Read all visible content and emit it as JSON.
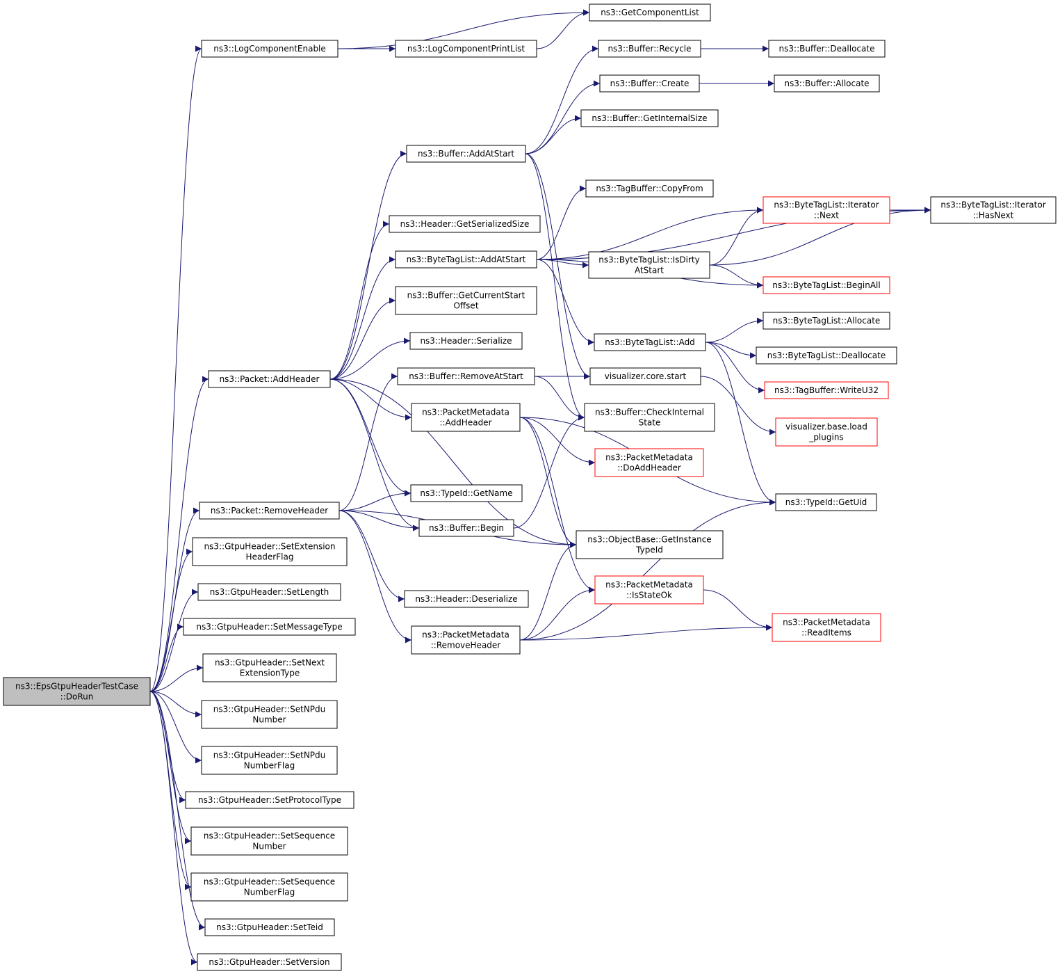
{
  "colors": {
    "edge": "#191970",
    "root_fill": "#bfbfbf",
    "truncated_border": "#ff0000",
    "node_border": "#000000"
  },
  "nodes": [
    {
      "id": "root",
      "lines": [
        "ns3::EpsGtpuHeaderTestCase",
        "::DoRun"
      ],
      "style": "root"
    },
    {
      "id": "lce",
      "lines": [
        "ns3::LogComponentEnable"
      ]
    },
    {
      "id": "gcl",
      "lines": [
        "ns3::GetComponentList"
      ]
    },
    {
      "id": "lcpl",
      "lines": [
        "ns3::LogComponentPrintList"
      ]
    },
    {
      "id": "bRecycle",
      "lines": [
        "ns3::Buffer::Recycle"
      ]
    },
    {
      "id": "bDealloc",
      "lines": [
        "ns3::Buffer::Deallocate"
      ]
    },
    {
      "id": "bCreate",
      "lines": [
        "ns3::Buffer::Create"
      ]
    },
    {
      "id": "bAlloc",
      "lines": [
        "ns3::Buffer::Allocate"
      ]
    },
    {
      "id": "bGIS",
      "lines": [
        "ns3::Buffer::GetInternalSize"
      ]
    },
    {
      "id": "bAAS",
      "lines": [
        "ns3::Buffer::AddAtStart"
      ]
    },
    {
      "id": "tbCF",
      "lines": [
        "ns3::TagBuffer::CopyFrom"
      ]
    },
    {
      "id": "btlNext",
      "lines": [
        "ns3::ByteTagList::Iterator",
        "::Next"
      ],
      "style": "truncated"
    },
    {
      "id": "btlHasNext",
      "lines": [
        "ns3::ByteTagList::Iterator",
        "::HasNext"
      ]
    },
    {
      "id": "hGSS",
      "lines": [
        "ns3::Header::GetSerializedSize"
      ]
    },
    {
      "id": "btlAAS",
      "lines": [
        "ns3::ByteTagList::AddAtStart"
      ]
    },
    {
      "id": "btlIDAS",
      "lines": [
        "ns3::ByteTagList::IsDirty",
        "AtStart"
      ]
    },
    {
      "id": "btlBA",
      "lines": [
        "ns3::ByteTagList::BeginAll"
      ],
      "style": "truncated"
    },
    {
      "id": "bGCSO",
      "lines": [
        "ns3::Buffer::GetCurrentStart",
        "Offset"
      ]
    },
    {
      "id": "btlAlloc",
      "lines": [
        "ns3::ByteTagList::Allocate"
      ]
    },
    {
      "id": "btlAdd",
      "lines": [
        "ns3::ByteTagList::Add"
      ]
    },
    {
      "id": "hSer",
      "lines": [
        "ns3::Header::Serialize"
      ]
    },
    {
      "id": "btlDealloc",
      "lines": [
        "ns3::ByteTagList::Deallocate"
      ]
    },
    {
      "id": "pAH",
      "lines": [
        "ns3::Packet::AddHeader"
      ]
    },
    {
      "id": "bRAS",
      "lines": [
        "ns3::Buffer::RemoveAtStart"
      ]
    },
    {
      "id": "vcs",
      "lines": [
        "visualizer.core.start"
      ]
    },
    {
      "id": "tbWU32",
      "lines": [
        "ns3::TagBuffer::WriteU32"
      ],
      "style": "truncated"
    },
    {
      "id": "pmAH",
      "lines": [
        "ns3::PacketMetadata",
        "::AddHeader"
      ]
    },
    {
      "id": "bCIS",
      "lines": [
        "ns3::Buffer::CheckInternal",
        "State"
      ]
    },
    {
      "id": "vblp",
      "lines": [
        "visualizer.base.load",
        "_plugins"
      ],
      "style": "truncated"
    },
    {
      "id": "pmDAH",
      "lines": [
        "ns3::PacketMetadata",
        "::DoAddHeader"
      ],
      "style": "truncated"
    },
    {
      "id": "tGN",
      "lines": [
        "ns3::TypeId::GetName"
      ]
    },
    {
      "id": "tGU",
      "lines": [
        "ns3::TypeId::GetUid"
      ]
    },
    {
      "id": "pRH",
      "lines": [
        "ns3::Packet::RemoveHeader"
      ]
    },
    {
      "id": "bBegin",
      "lines": [
        "ns3::Buffer::Begin"
      ]
    },
    {
      "id": "obGIT",
      "lines": [
        "ns3::ObjectBase::GetInstance",
        "TypeId"
      ]
    },
    {
      "id": "gSEHF",
      "lines": [
        "ns3::GtpuHeader::SetExtension",
        "HeaderFlag"
      ]
    },
    {
      "id": "pmISO",
      "lines": [
        "ns3::PacketMetadata",
        "::IsStateOk"
      ],
      "style": "truncated"
    },
    {
      "id": "gSL",
      "lines": [
        "ns3::GtpuHeader::SetLength"
      ]
    },
    {
      "id": "hDes",
      "lines": [
        "ns3::Header::Deserialize"
      ]
    },
    {
      "id": "pmRI",
      "lines": [
        "ns3::PacketMetadata",
        "::ReadItems"
      ],
      "style": "truncated"
    },
    {
      "id": "gSMT",
      "lines": [
        "ns3::GtpuHeader::SetMessageType"
      ]
    },
    {
      "id": "pmRH",
      "lines": [
        "ns3::PacketMetadata",
        "::RemoveHeader"
      ]
    },
    {
      "id": "gSNET",
      "lines": [
        "ns3::GtpuHeader::SetNext",
        "ExtensionType"
      ]
    },
    {
      "id": "gSNN",
      "lines": [
        "ns3::GtpuHeader::SetNPdu",
        "Number"
      ]
    },
    {
      "id": "gSNNF",
      "lines": [
        "ns3::GtpuHeader::SetNPdu",
        "NumberFlag"
      ]
    },
    {
      "id": "gSPT",
      "lines": [
        "ns3::GtpuHeader::SetProtocolType"
      ]
    },
    {
      "id": "gSSN",
      "lines": [
        "ns3::GtpuHeader::SetSequence",
        "Number"
      ]
    },
    {
      "id": "gSSNF",
      "lines": [
        "ns3::GtpuHeader::SetSequence",
        "NumberFlag"
      ]
    },
    {
      "id": "gST",
      "lines": [
        "ns3::GtpuHeader::SetTeid"
      ]
    },
    {
      "id": "gSV",
      "lines": [
        "ns3::GtpuHeader::SetVersion"
      ]
    }
  ],
  "edges": [
    [
      "root",
      "lce"
    ],
    [
      "root",
      "pAH"
    ],
    [
      "root",
      "pRH"
    ],
    [
      "root",
      "gSEHF"
    ],
    [
      "root",
      "gSL"
    ],
    [
      "root",
      "gSMT"
    ],
    [
      "root",
      "gSNET"
    ],
    [
      "root",
      "gSNN"
    ],
    [
      "root",
      "gSNNF"
    ],
    [
      "root",
      "gSPT"
    ],
    [
      "root",
      "gSSN"
    ],
    [
      "root",
      "gSSNF"
    ],
    [
      "root",
      "gST"
    ],
    [
      "root",
      "gSV"
    ],
    [
      "lce",
      "gcl"
    ],
    [
      "lce",
      "lcpl"
    ],
    [
      "lcpl",
      "gcl"
    ],
    [
      "pAH",
      "bAAS"
    ],
    [
      "pAH",
      "hGSS"
    ],
    [
      "pAH",
      "btlAAS"
    ],
    [
      "pAH",
      "bGCSO"
    ],
    [
      "pAH",
      "hSer"
    ],
    [
      "pAH",
      "pmAH"
    ],
    [
      "pAH",
      "tGN"
    ],
    [
      "pAH",
      "bBegin"
    ],
    [
      "pAH",
      "obGIT"
    ],
    [
      "bAAS",
      "bRecycle"
    ],
    [
      "bAAS",
      "bCreate"
    ],
    [
      "bAAS",
      "bGIS"
    ],
    [
      "bAAS",
      "vcs"
    ],
    [
      "bAAS",
      "bCIS"
    ],
    [
      "bRecycle",
      "bDealloc"
    ],
    [
      "bCreate",
      "bAlloc"
    ],
    [
      "btlAAS",
      "tbCF"
    ],
    [
      "btlAAS",
      "btlNext"
    ],
    [
      "btlAAS",
      "btlHasNext"
    ],
    [
      "btlAAS",
      "btlIDAS"
    ],
    [
      "btlAAS",
      "btlBA"
    ],
    [
      "btlAAS",
      "btlAdd"
    ],
    [
      "btlNext",
      "btlHasNext"
    ],
    [
      "btlIDAS",
      "btlNext"
    ],
    [
      "btlIDAS",
      "btlHasNext"
    ],
    [
      "btlIDAS",
      "btlBA"
    ],
    [
      "btlAdd",
      "btlAlloc"
    ],
    [
      "btlAdd",
      "btlDealloc"
    ],
    [
      "btlAdd",
      "tbWU32"
    ],
    [
      "btlAdd",
      "tGU"
    ],
    [
      "vcs",
      "vblp"
    ],
    [
      "pmAH",
      "pmDAH"
    ],
    [
      "pmAH",
      "tGU"
    ],
    [
      "pmAH",
      "obGIT"
    ],
    [
      "pmAH",
      "pmISO"
    ],
    [
      "bRAS",
      "vcs"
    ],
    [
      "bRAS",
      "bCIS"
    ],
    [
      "bBegin",
      "bCIS"
    ],
    [
      "pRH",
      "bRAS"
    ],
    [
      "pRH",
      "tGN"
    ],
    [
      "pRH",
      "bBegin"
    ],
    [
      "pRH",
      "obGIT"
    ],
    [
      "pRH",
      "hDes"
    ],
    [
      "pRH",
      "pmRH"
    ],
    [
      "pmISO",
      "pmRI"
    ],
    [
      "pmRH",
      "obGIT"
    ],
    [
      "pmRH",
      "pmISO"
    ],
    [
      "pmRH",
      "tGU"
    ],
    [
      "pmRH",
      "pmRI"
    ]
  ]
}
